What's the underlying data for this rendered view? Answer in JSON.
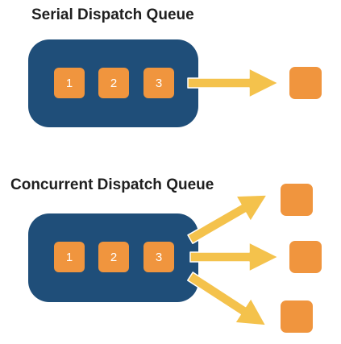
{
  "serial": {
    "title": "Serial Dispatch Queue",
    "tasks": [
      "1",
      "2",
      "3"
    ]
  },
  "concurrent": {
    "title": "Concurrent Dispatch Queue",
    "tasks": [
      "1",
      "2",
      "3"
    ]
  },
  "colors": {
    "queue": "#1f4e79",
    "task": "#f0953e",
    "arrow": "#f4c24c"
  }
}
